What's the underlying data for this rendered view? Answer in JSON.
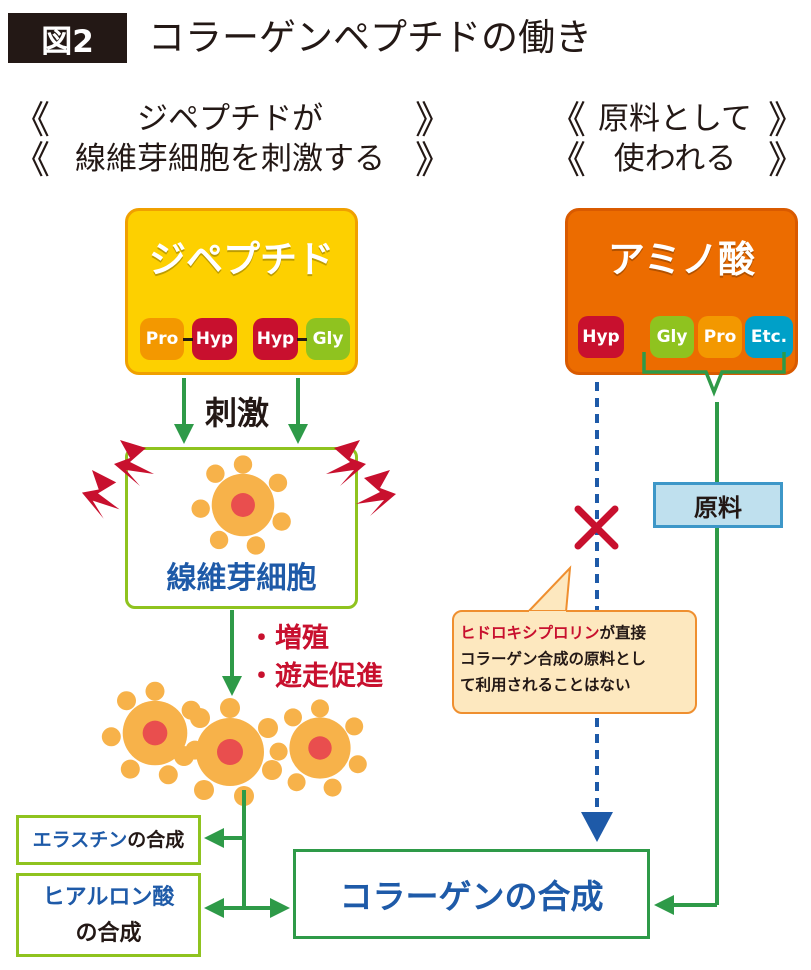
{
  "figure": {
    "label": "図2",
    "title": "コラーゲンペプチドの働き"
  },
  "left_heading": {
    "line1": "ジペプチドが",
    "line2": "線維芽細胞を刺激する"
  },
  "right_heading": {
    "line1": "原料として",
    "line2": "使われる"
  },
  "brackets": {
    "open": "《",
    "close": "》"
  },
  "dipeptide_box": {
    "title": "ジペプチド",
    "pills": [
      {
        "label": "Pro",
        "color": "#f39800"
      },
      {
        "label": "Hyp",
        "color": "#c8102e"
      },
      {
        "label": "Hyp",
        "color": "#c8102e"
      },
      {
        "label": "Gly",
        "color": "#8fc31f"
      }
    ]
  },
  "amino_box": {
    "title": "アミノ酸",
    "pills": [
      {
        "label": "Hyp",
        "color": "#c8102e"
      },
      {
        "label": "Gly",
        "color": "#8fc31f"
      },
      {
        "label": "Pro",
        "color": "#f39800"
      },
      {
        "label": "Etc.",
        "color": "#00a0c8"
      }
    ]
  },
  "stimulus_label": "刺激",
  "fibroblast_label": "線維芽細胞",
  "effects": [
    "・増殖",
    "・遊走促進"
  ],
  "material_label": "原料",
  "callout": {
    "highlight": "ヒドロキシプロリン",
    "line1_rest": "が直接",
    "line2": "コラーゲン合成の原料とし",
    "line3": "て利用されることはない"
  },
  "elastin_synthesis": {
    "term": "エラスチン",
    "suffix": "の合成"
  },
  "hyaluronic_synthesis": {
    "line1": "ヒアルロン酸",
    "line2": "の合成"
  },
  "collagen_synthesis": "コラーゲンの合成",
  "colors": {
    "green_arrow": "#2e9a48",
    "blue_dash": "#1e5aa8",
    "cross": "#c8102e",
    "lightning": "#c8102e",
    "cell": "#f7b24a",
    "nucleus": "#e94e4e"
  }
}
